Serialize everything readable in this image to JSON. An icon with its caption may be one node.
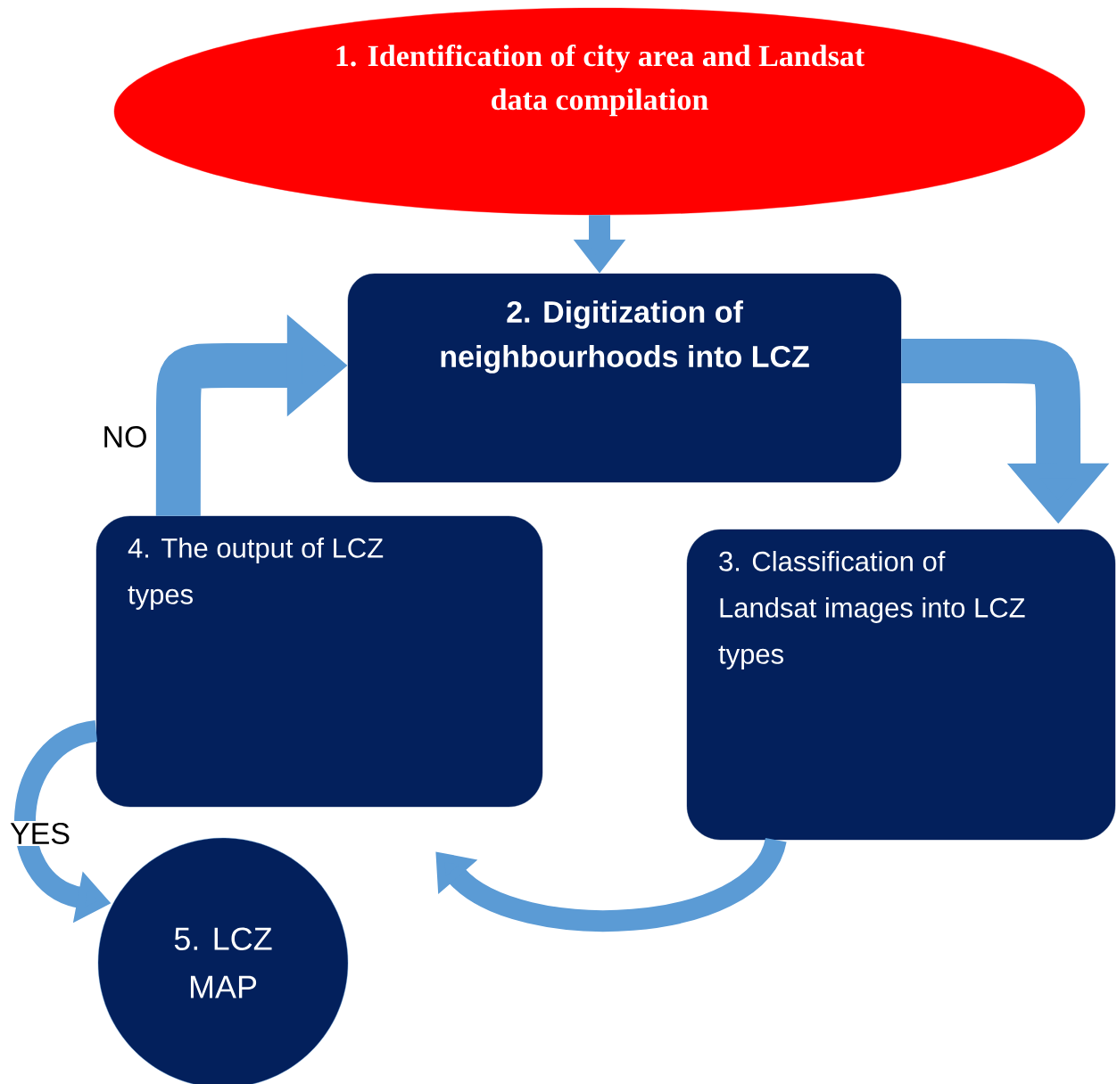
{
  "diagram": {
    "nodes": [
      {
        "text": [
          "1. Identification of city area and Landsat data compilation"
        ]
      },
      {
        "text": [
          "2. Digitization of neighbourhoods into LCZ"
        ]
      },
      {
        "text": [
          "3. Classification of Landsat images into LCZ types"
        ]
      },
      {
        "text": [
          "4. The output of LCZ types"
        ]
      },
      {
        "text": [
          "5. LCZ MAP"
        ]
      }
    ],
    "edges": [
      {
        "from": 0,
        "to": 1,
        "arrow": "to"
      },
      {
        "from": 1,
        "to": 2,
        "arrow": "to",
        "style": "thick"
      },
      {
        "from": 2,
        "to": 3,
        "arrow": "to"
      },
      {
        "from": 3,
        "to": 1,
        "arrow": "to",
        "label": "NO",
        "style": "thick"
      },
      {
        "from": 3,
        "to": 4,
        "arrow": "to",
        "label": "YES"
      }
    ]
  }
}
